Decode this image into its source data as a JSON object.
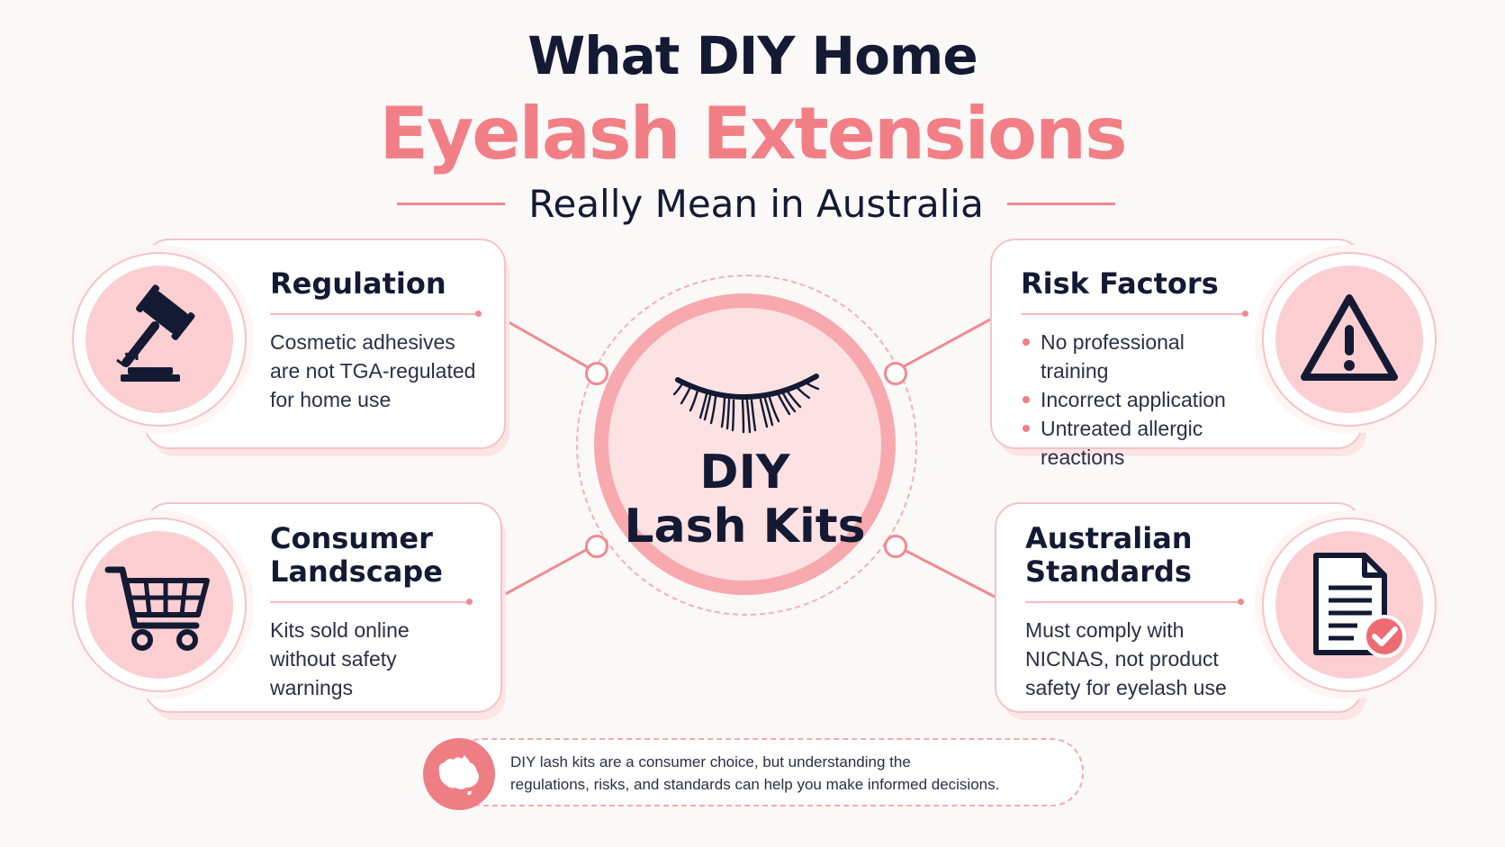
{
  "header": {
    "title_line1": "What DIY Home",
    "title_line2": "Eyelash Extensions",
    "subtitle": "Really Mean in Australia"
  },
  "center": {
    "label_line1": "DIY",
    "label_line2": "Lash Kits",
    "icon": "eyelash-icon"
  },
  "cards": {
    "regulation": {
      "title": "Regulation",
      "lines": [
        "Cosmetic adhesives",
        "are not TGA-regulated",
        "for home use"
      ],
      "icon": "gavel-icon"
    },
    "risk": {
      "title": "Risk Factors",
      "items": [
        "No professional training",
        "Incorrect application",
        "Untreated allergic",
        "reactions"
      ],
      "icon": "warning-icon"
    },
    "consumer": {
      "title_line1": "Consumer",
      "title_line2": "Landscape",
      "lines": [
        "Kits sold online",
        "without safety",
        "warnings"
      ],
      "icon": "shopping-cart-icon"
    },
    "standards": {
      "title_line1": "Australian",
      "title_line2": "Standards",
      "lines": [
        "Must comply with",
        "NICNAS, not product",
        "safety for eyelash use"
      ],
      "icon": "document-check-icon"
    }
  },
  "footer": {
    "line1": "DIY lash kits are a consumer choice, but understanding the",
    "line2": "regulations, risks, and standards can help you make informed decisions.",
    "icon": "australia-map-icon"
  },
  "colors": {
    "accent": "#f27f85",
    "dark": "#141a33",
    "soft_pink": "#fbcfd2"
  }
}
